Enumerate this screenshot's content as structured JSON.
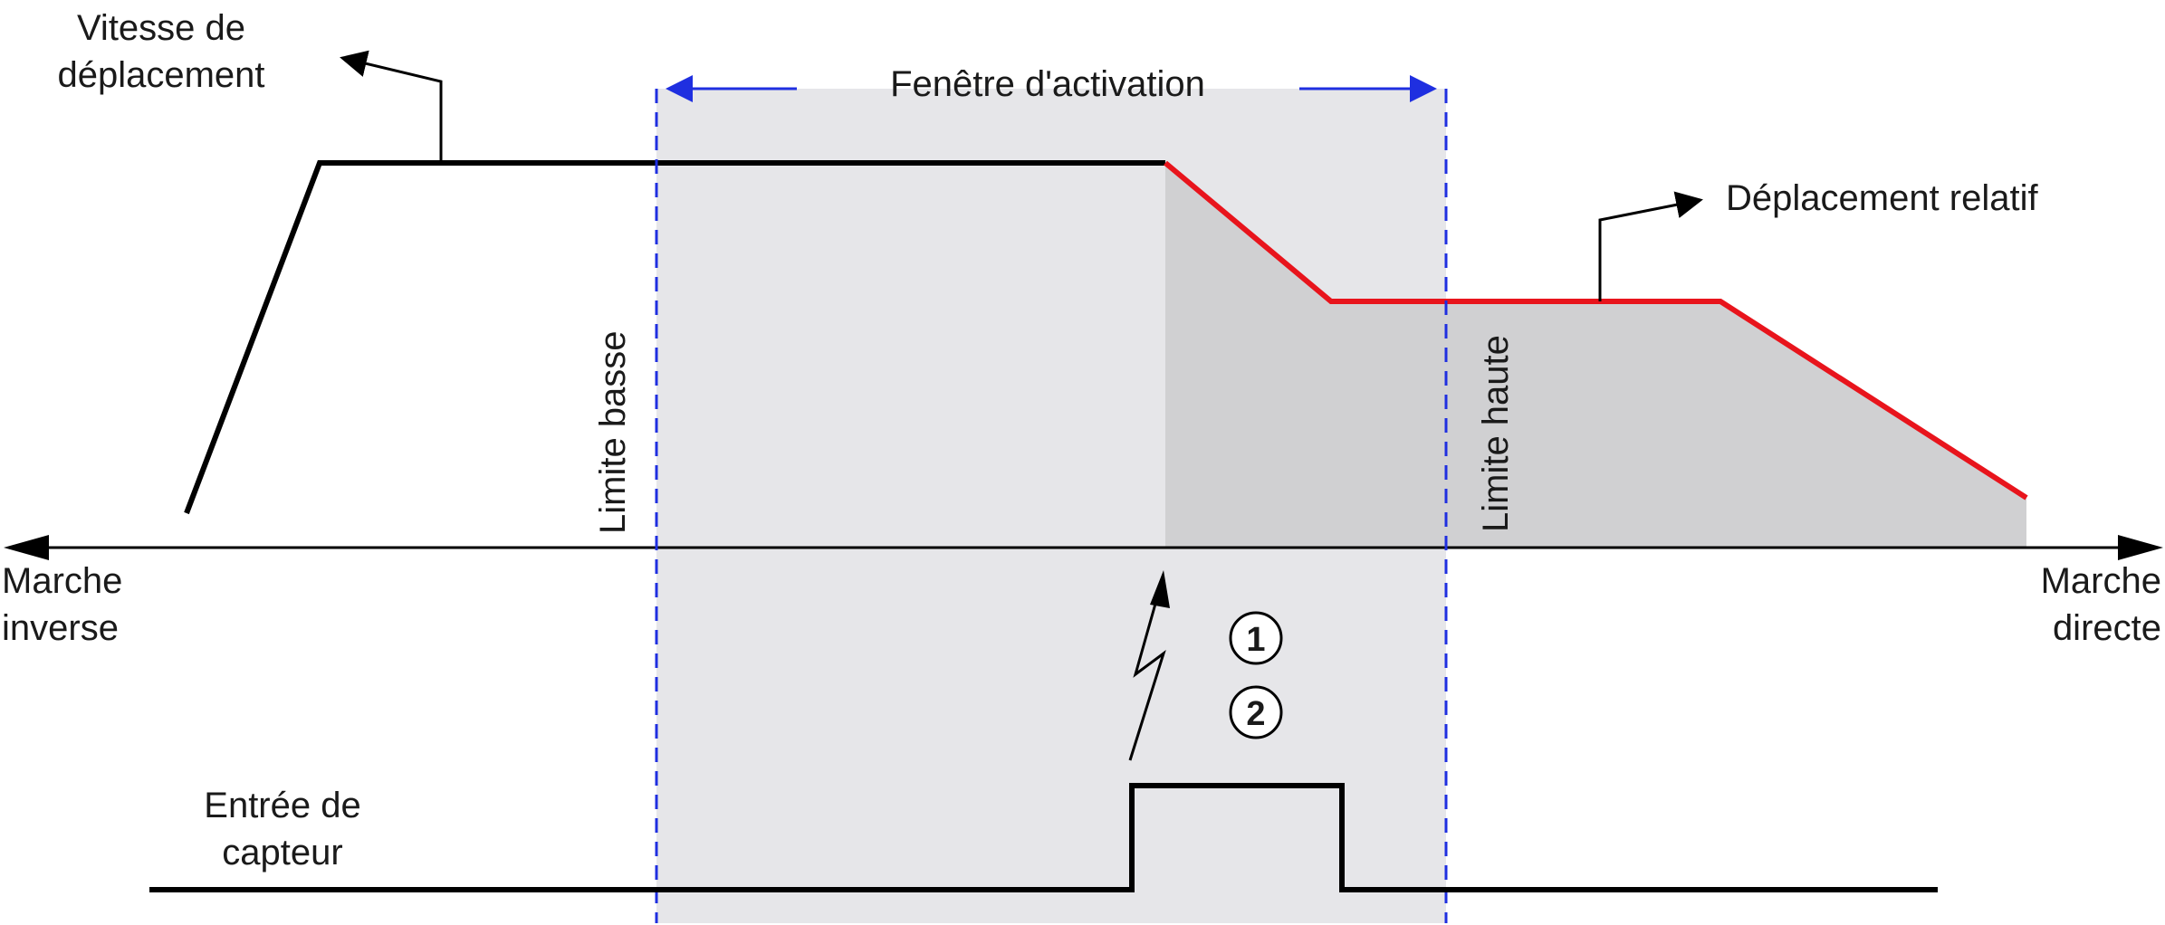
{
  "labels": {
    "window": "Fenêtre d'activation",
    "speed_line1": "Vitesse de",
    "speed_line2": "déplacement",
    "relative_move": "Déplacement relatif",
    "lower_limit": "Limite basse",
    "upper_limit": "Limite haute",
    "reverse_line1": "Marche",
    "reverse_line2": "inverse",
    "forward_line1": "Marche",
    "forward_line2": "directe",
    "sensor_line1": "Entrée de",
    "sensor_line2": "capteur",
    "marker_1": "1",
    "marker_2": "2"
  },
  "colors": {
    "window_fill": "#e6e6e9",
    "relative_fill": "#d0d0d2",
    "profile_main": "#000000",
    "profile_relative": "#e8141c",
    "limit_line": "#1f2fe0",
    "axis": "#000000"
  }
}
